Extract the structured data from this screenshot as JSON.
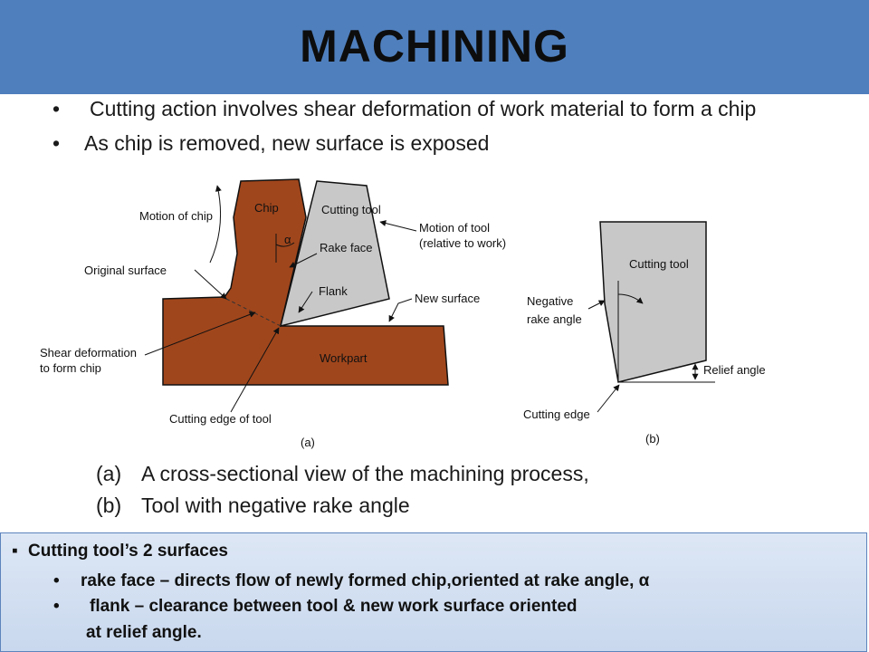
{
  "slide": {
    "title": "MACHINING",
    "bullets": [
      "Cutting action involves shear deformation of work material to form a chip",
      "As chip is removed, new surface is exposed"
    ],
    "bullet_symbol": "•"
  },
  "figure_a": {
    "labels": {
      "motion_of_chip": "Motion of chip",
      "chip": "Chip",
      "cutting_tool": "Cutting tool",
      "alpha": "α",
      "rake_face": "Rake face",
      "motion_of_tool_1": "Motion of tool",
      "motion_of_tool_2": "(relative to work)",
      "original_surface": "Original surface",
      "flank": "Flank",
      "new_surface": "New surface",
      "shear_1": "Shear deformation",
      "shear_2": "to form chip",
      "workpart": "Workpart",
      "cutting_edge_of_tool": "Cutting edge of tool",
      "tag": "(a)"
    },
    "colors": {
      "work": "#a0461c",
      "tool": "#c8c8c8"
    }
  },
  "figure_b": {
    "labels": {
      "cutting_tool": "Cutting tool",
      "negative_1": "Negative",
      "negative_2": "rake angle",
      "relief_angle": "Relief angle",
      "cutting_edge": "Cutting edge",
      "tag": "(b)"
    }
  },
  "captions": [
    {
      "label": "(a)",
      "text": "A cross-sectional view of the machining process,"
    },
    {
      "label": "(b)",
      "text": "Tool with negative rake angle"
    }
  ],
  "info_box": {
    "heading_symbol": "▪",
    "heading": "Cutting tool’s 2 surfaces",
    "items": [
      "rake face – directs flow of newly formed chip,oriented at rake angle, α",
      "flank – clearance between tool & new work surface oriented"
    ],
    "continuation": "at relief angle."
  }
}
